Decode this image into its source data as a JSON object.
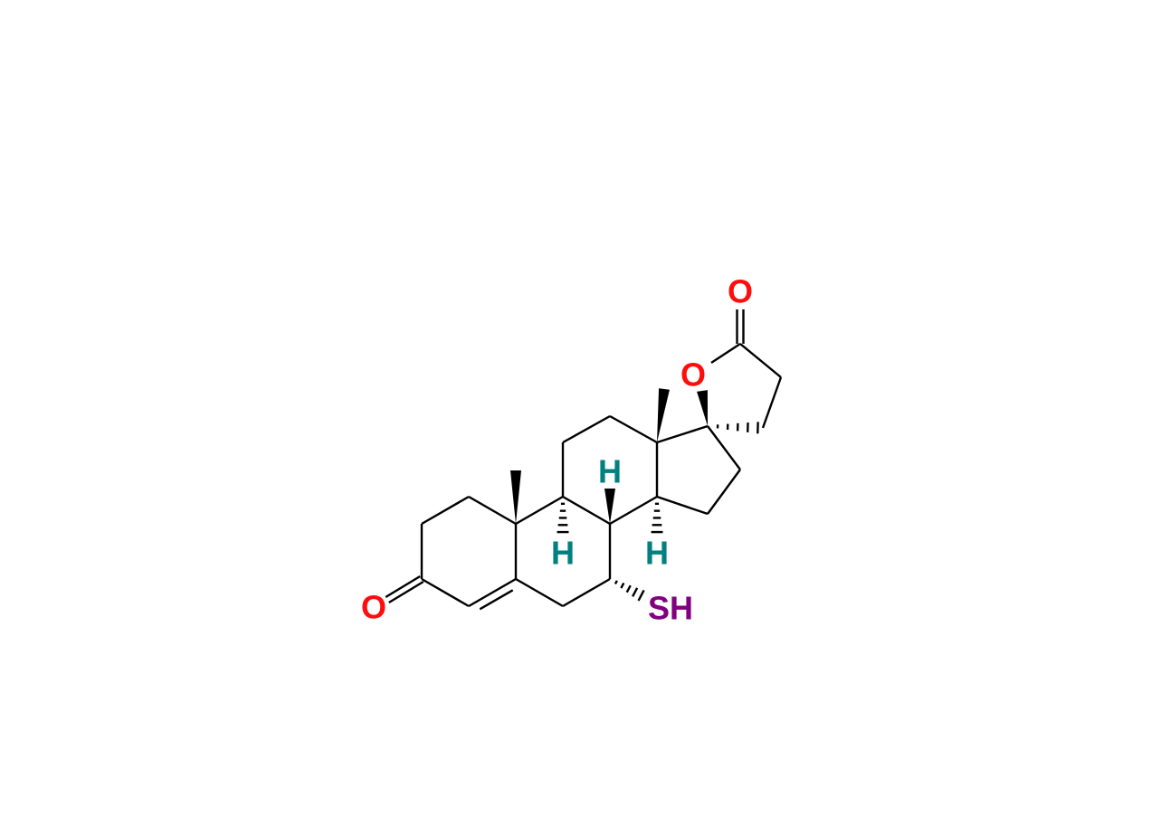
{
  "molecule": {
    "labels": {
      "ketone_oxygen": "O",
      "lactone_ring_oxygen": "O",
      "lactone_carbonyl_oxygen": "O",
      "h9": "H",
      "h8": "H",
      "h14": "H",
      "thiol": "SH"
    },
    "colors": {
      "oxygen": "#ff0d0d",
      "hydrogen": "#008080",
      "sulfur": "#800080",
      "bond": "#000000"
    }
  }
}
